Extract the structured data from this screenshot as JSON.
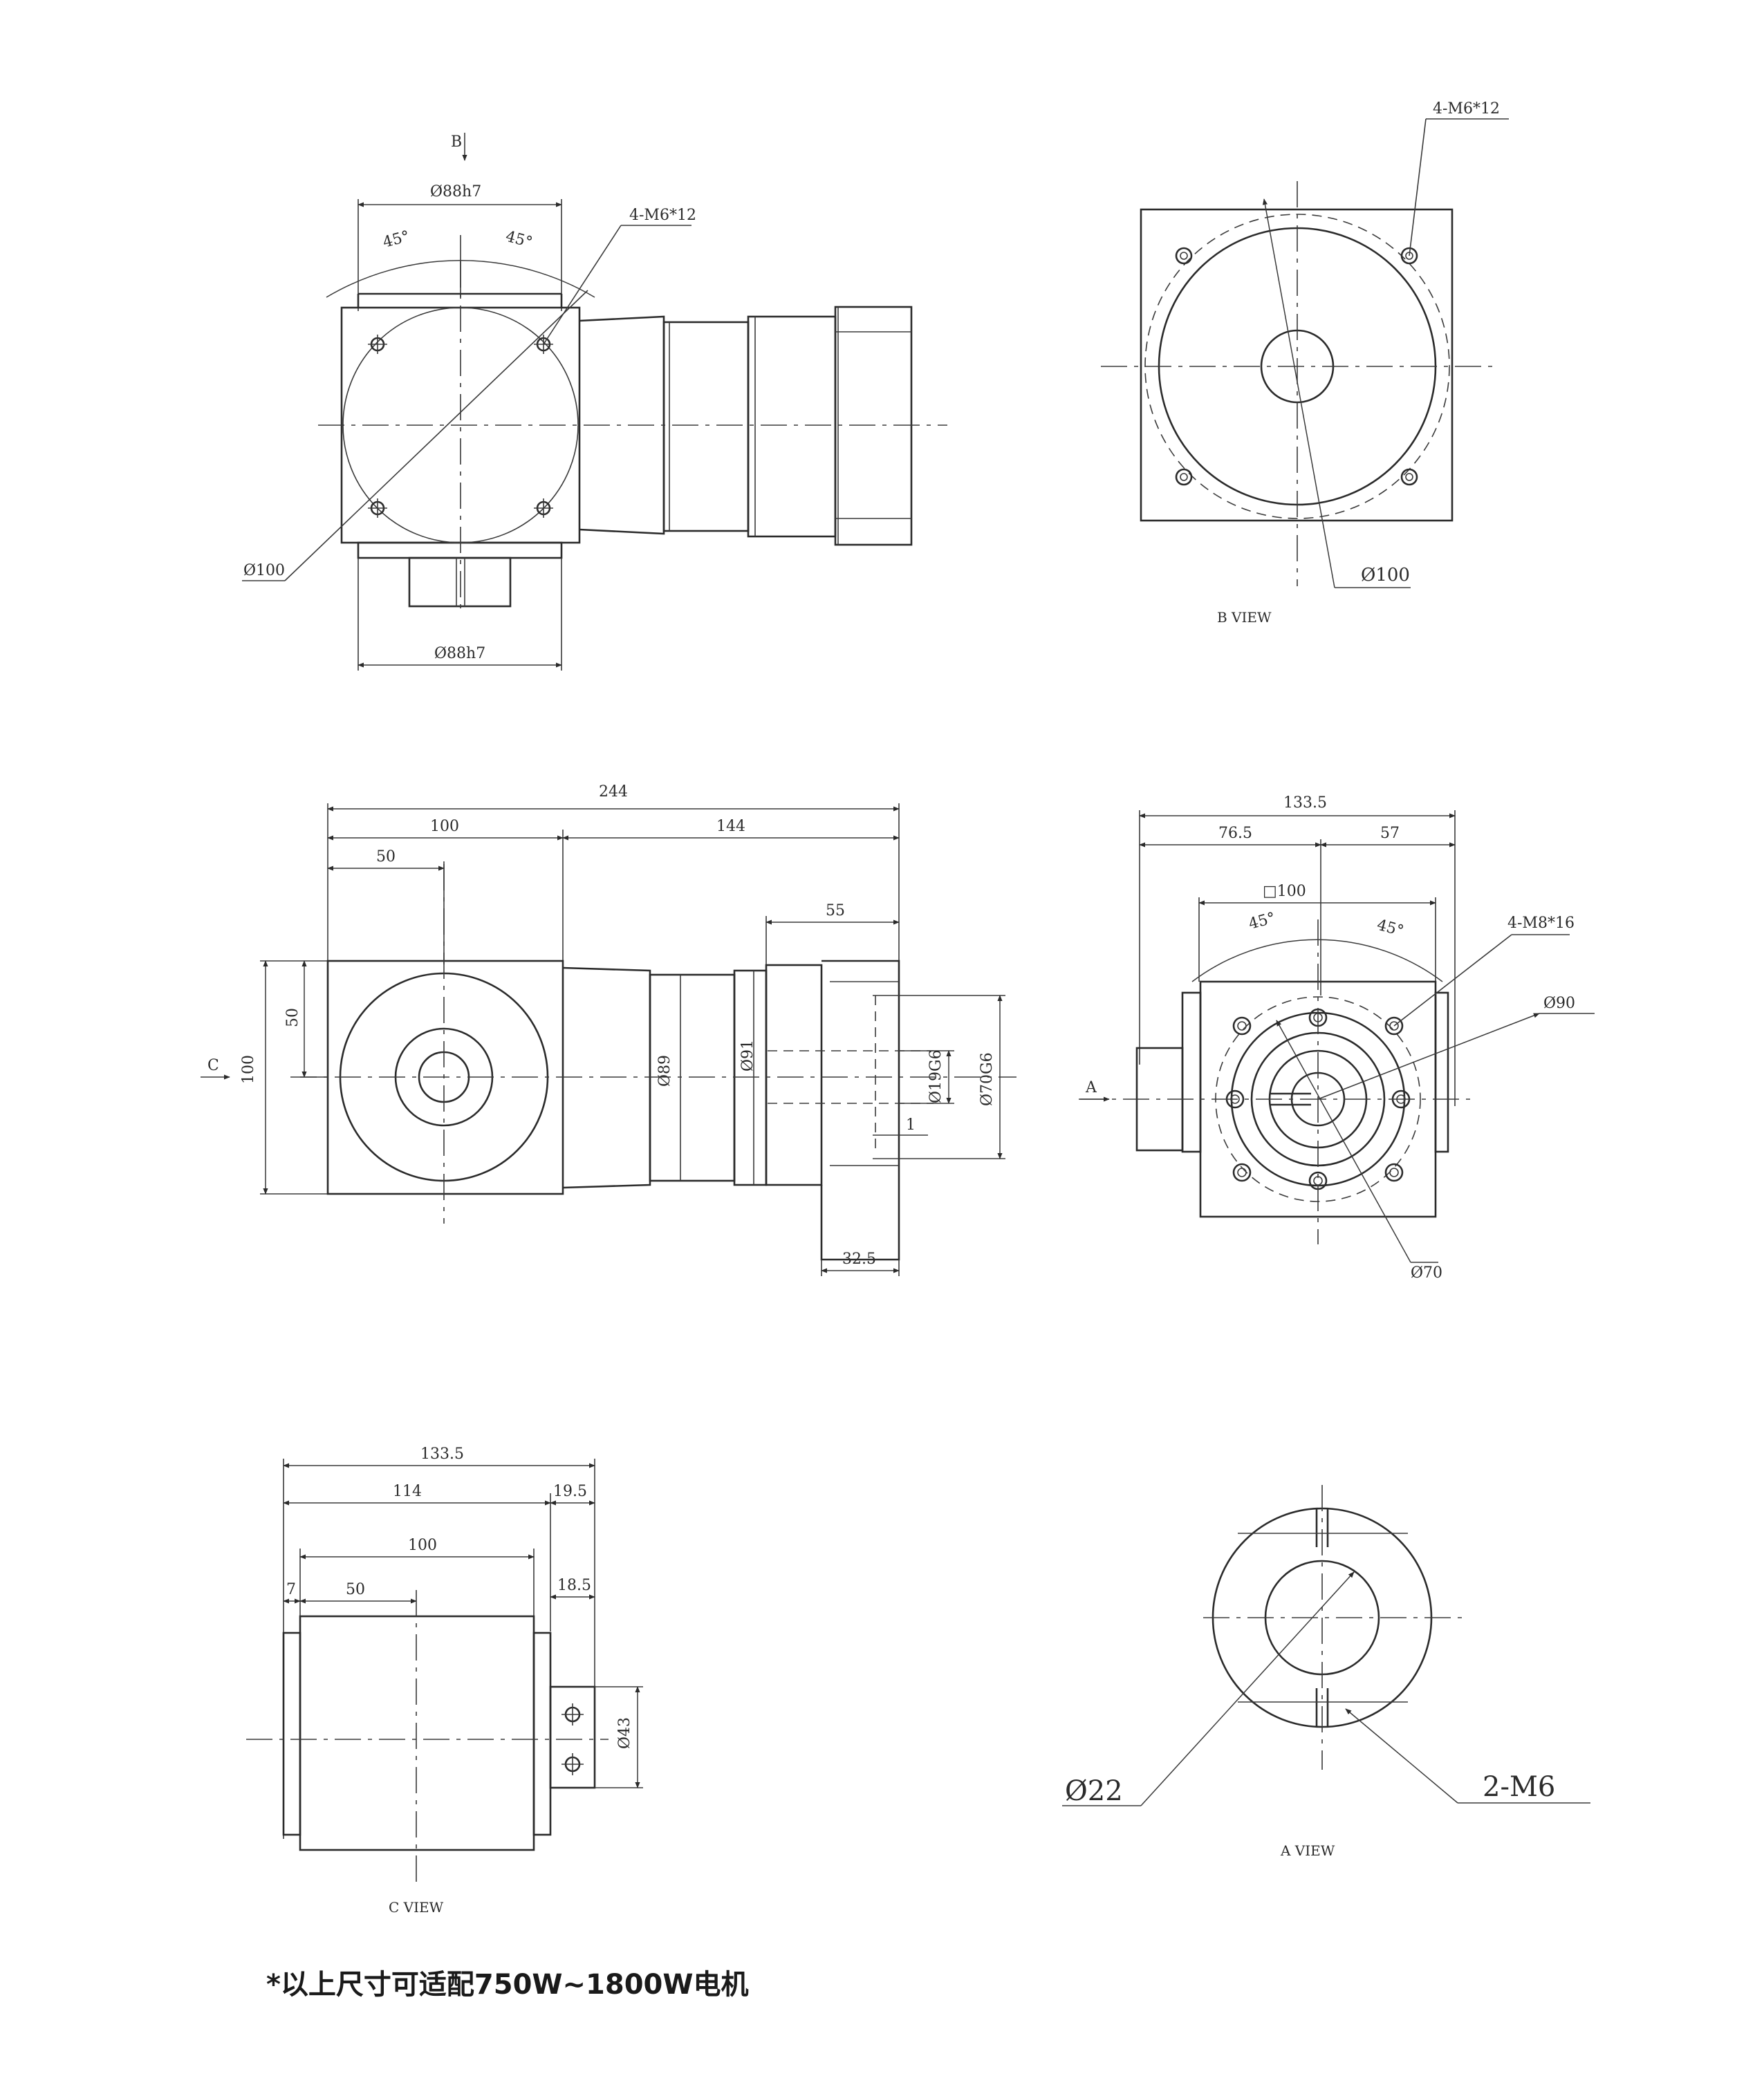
{
  "views": {
    "top": {
      "arrow_b": "B",
      "dim_top": "Ø88h7",
      "angle_left": "45°",
      "angle_right": "45°",
      "bolt_callout": "4-M6*12",
      "dia_callout": "Ø100",
      "dim_bottom": "Ø88h7"
    },
    "b_view": {
      "bolt_callout": "4-M6*12",
      "dia_callout": "Ø100",
      "title": "B VIEW"
    },
    "front": {
      "overall_length": "244",
      "len_100": "100",
      "len_144": "144",
      "len_50": "50",
      "len_55": "55",
      "height_50": "50",
      "height_100": "100",
      "arrow_c": "C",
      "dia_89": "Ø89",
      "dia_91": "Ø91",
      "dia_19": "Ø19G6",
      "dia_70": "Ø70G6",
      "offset_1": "1",
      "len_32": "32.5"
    },
    "side": {
      "overall_width": "133.5",
      "width_left": "76.5",
      "width_right": "57",
      "square": "□100",
      "angle_left": "45°",
      "angle_right": "45°",
      "bolt_callout": "4-M8*16",
      "dia_90": "Ø90",
      "arrow_a": "A",
      "dia_70": "Ø70"
    },
    "c_view": {
      "width_133": "133.5",
      "width_114": "114",
      "width_19": "19.5",
      "width_100": "100",
      "width_7": "7",
      "width_50": "50",
      "width_18": "18.5",
      "dia_43": "Ø43",
      "title": "C VIEW"
    },
    "a_view": {
      "dia_22": "Ø22",
      "thread": "2-M6",
      "title": "A VIEW"
    }
  },
  "footnote": "*以上尺寸可适配750W~1800W电机"
}
